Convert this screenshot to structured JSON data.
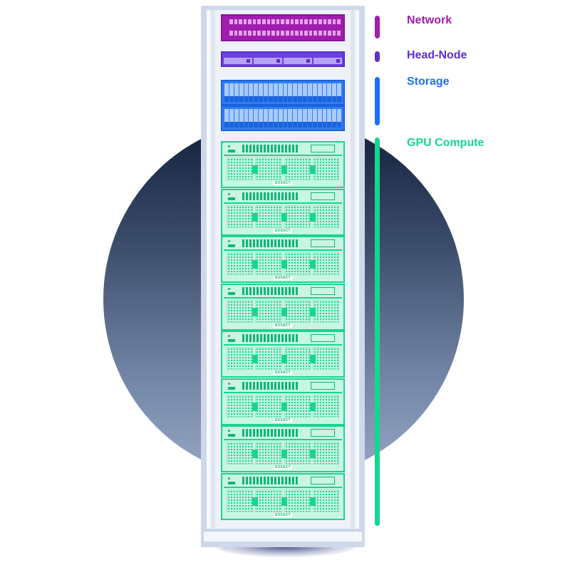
{
  "legend": [
    {
      "label": "Network",
      "color": "#a21caf"
    },
    {
      "label": "Head-Node",
      "color": "#5b2fd6"
    },
    {
      "label": "Storage",
      "color": "#1f6ff2"
    },
    {
      "label": "GPU Compute",
      "color": "#19d48f"
    }
  ],
  "rack": {
    "network_units": 1,
    "head_node_units": 1,
    "storage_units": 2,
    "gpu_compute_units": 8,
    "gpu_brand_label": "EXXACT"
  }
}
